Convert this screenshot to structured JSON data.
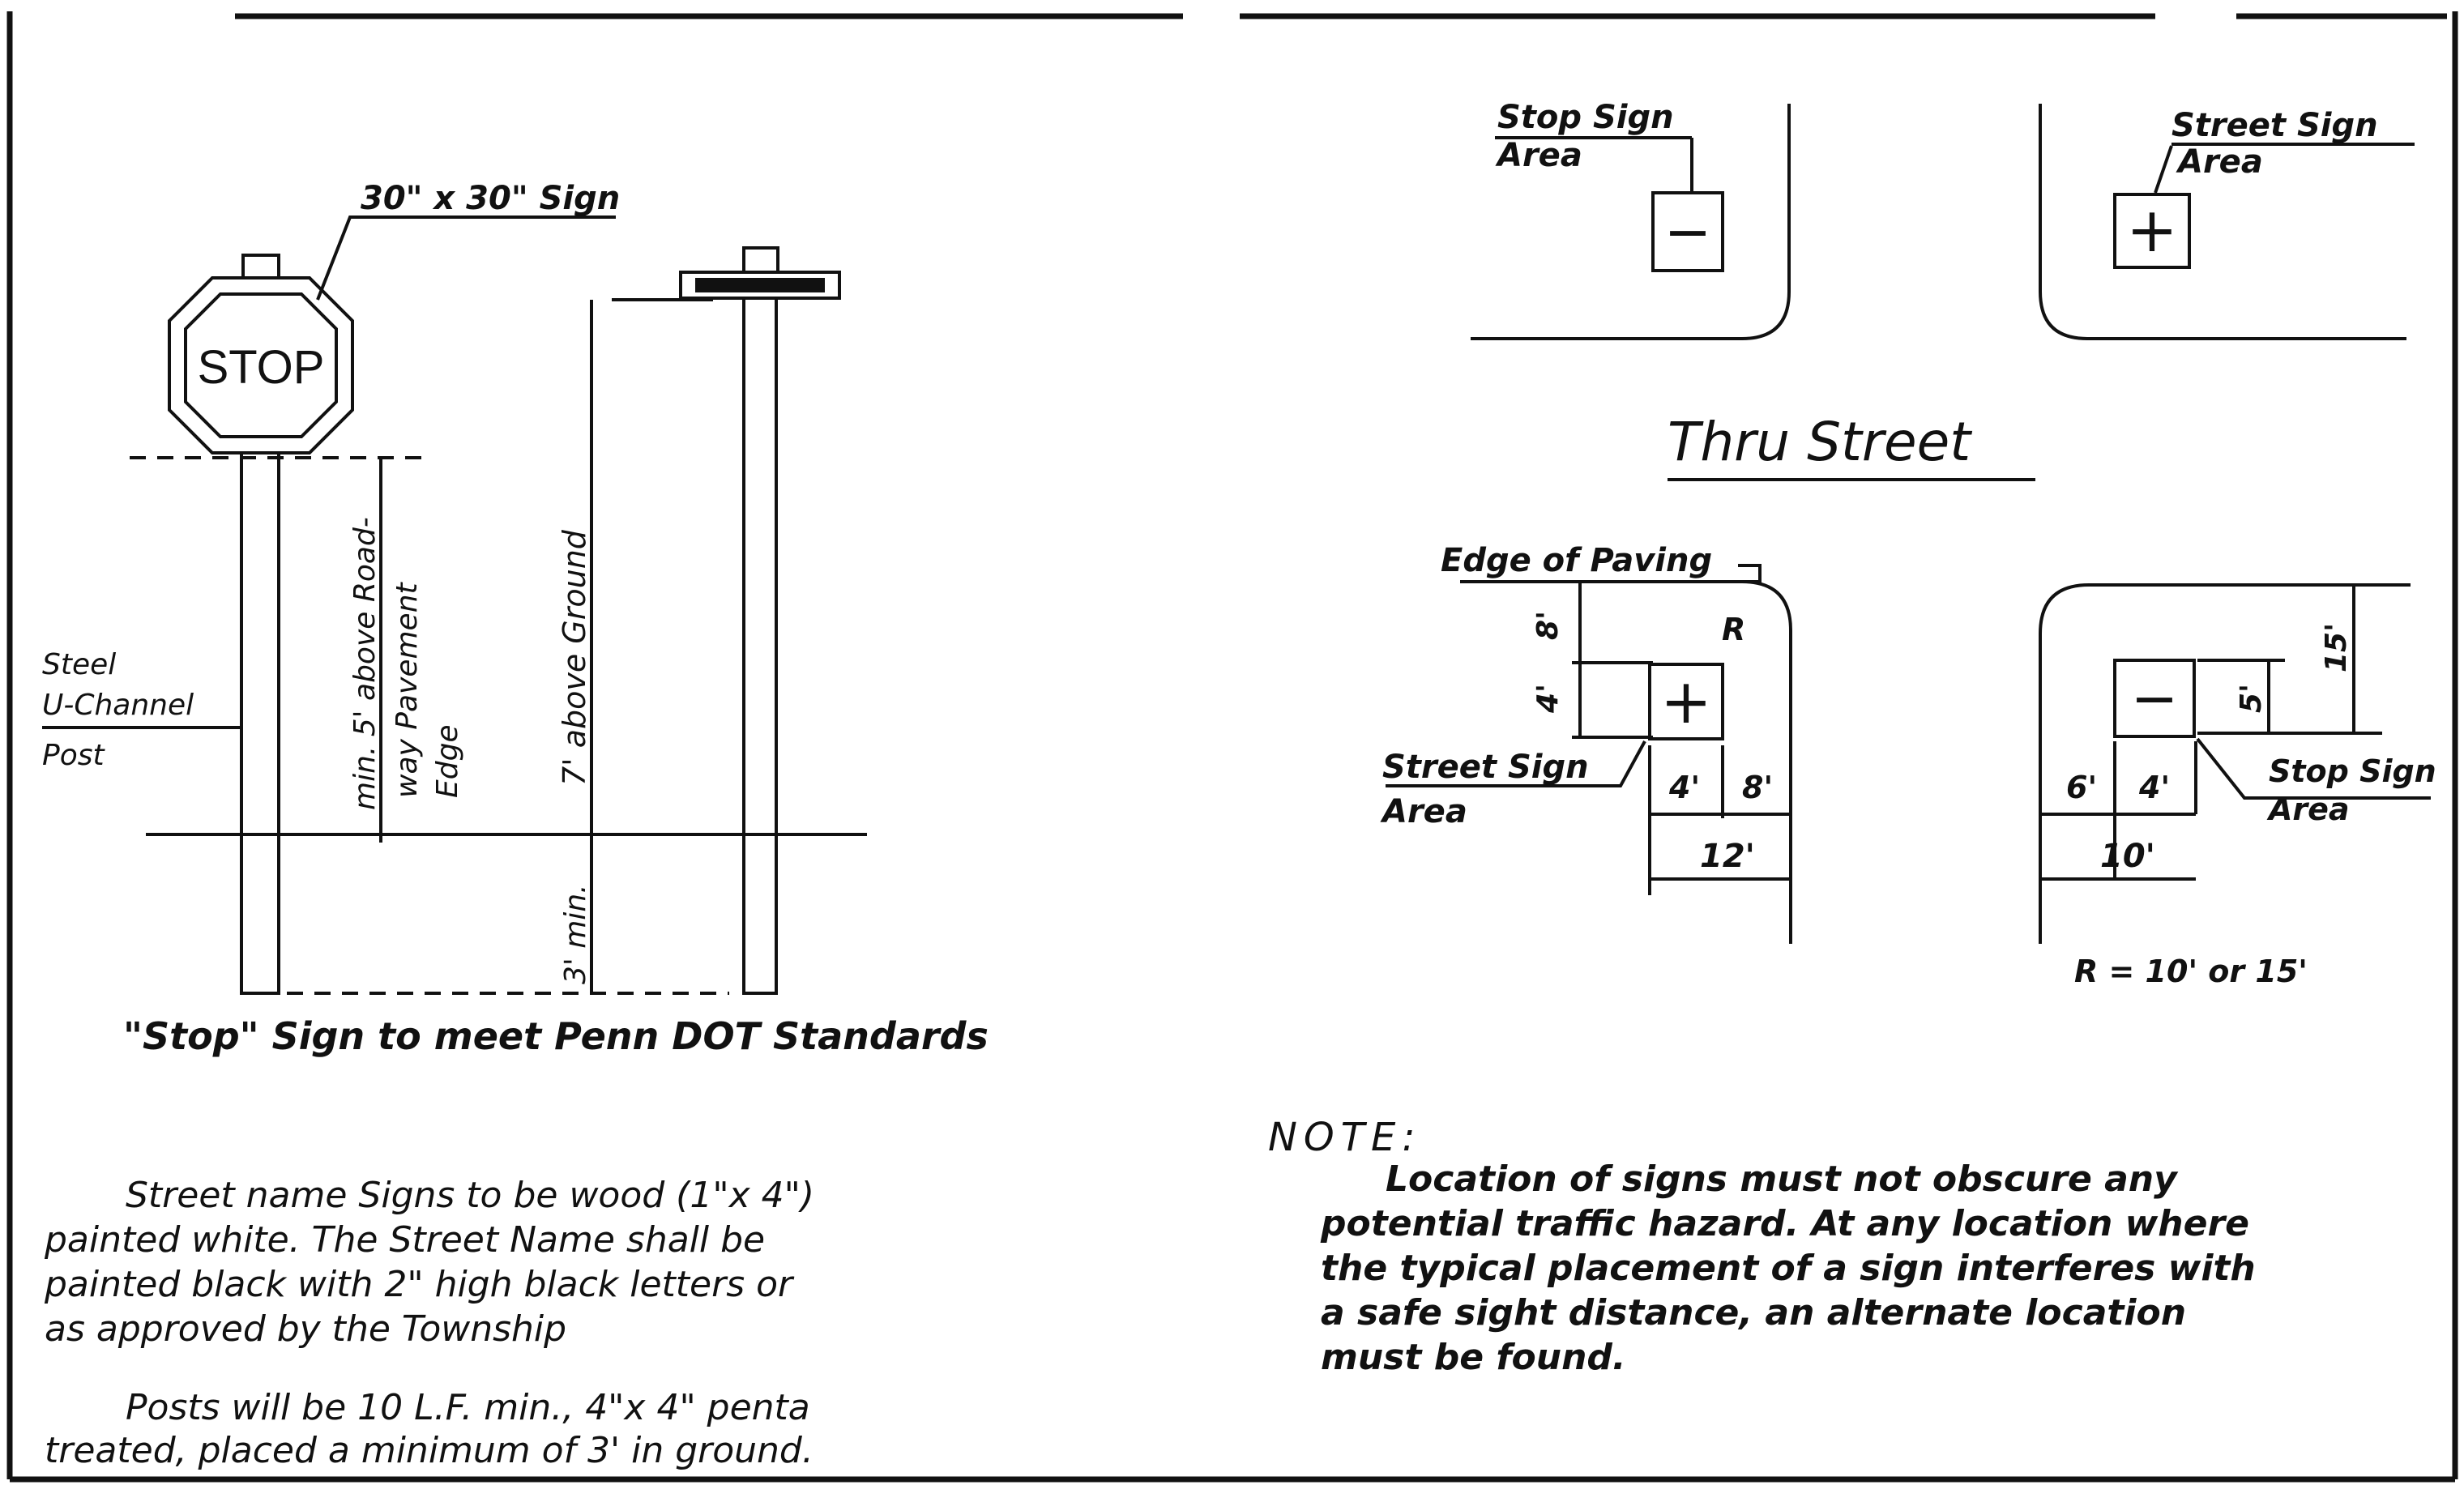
{
  "left_panel": {
    "sign_size_label": "30\" x 30\" Sign",
    "stop_text": "STOP",
    "post_label": [
      "Steel",
      "U-Channel",
      "Post"
    ],
    "stop_height_label": [
      "min. 5' above Road-",
      "way Pavement",
      "Edge"
    ],
    "street_height_label": "7' above Ground",
    "depth_label": "3' min.",
    "caption": "\"Stop\" Sign to meet Penn DOT Standards",
    "spec_paragraph_1": [
      "Street name Signs to be wood (1\"x 4\")",
      "painted white. The Street Name shall be",
      "painted black with 2\" high black letters or",
      "as approved by the Township"
    ],
    "spec_paragraph_2": [
      "Posts will be 10 L.F. min., 4\"x 4\" penta",
      "treated, placed a minimum of 3' in ground."
    ]
  },
  "right_panel": {
    "top_left_label": [
      "Stop Sign",
      "Area"
    ],
    "top_right_label": [
      "Street Sign",
      "Area"
    ],
    "minus_symbol": "−",
    "plus_symbol": "+",
    "thru_street_label": "Thru Street",
    "edge_of_paving_label": "Edge of Paving",
    "radius_label": "R",
    "left_detail": {
      "area_label": [
        "Street Sign",
        "Area"
      ],
      "dims_vertical": [
        "4'",
        "8'"
      ],
      "dims_horizontal": [
        "4'",
        "8'"
      ],
      "total": "12'"
    },
    "right_detail": {
      "area_label": [
        "Stop Sign",
        "Area"
      ],
      "dims_vertical": [
        "5'",
        "15'"
      ],
      "dims_horizontal": [
        "6'",
        "4'"
      ],
      "total": "10'"
    },
    "radius_note": "R = 10' or 15'",
    "note_heading": "NOTE:",
    "note_lines": [
      "Location of signs must not obscure any",
      "potential traffic hazard. At any location where",
      "the typical placement of a sign interferes with",
      "a safe sight distance, an alternate location",
      "must be found."
    ]
  }
}
